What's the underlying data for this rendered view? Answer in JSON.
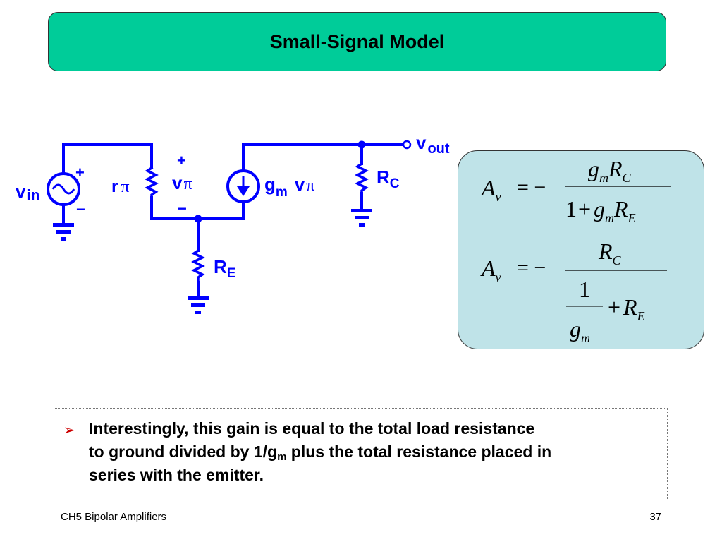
{
  "title": "Small-Signal Model",
  "circuit": {
    "vin": {
      "main": "v",
      "sub": "in"
    },
    "vout": {
      "main": "v",
      "sub": "out"
    },
    "r_pi": {
      "main": "r",
      "sym": "π"
    },
    "v_pi": {
      "main": "v",
      "sym": "π"
    },
    "gm_vpi": {
      "g": "g",
      "sub": "m",
      "v": "v",
      "sym": "π"
    },
    "rc": {
      "main": "R",
      "sub": "C"
    },
    "re": {
      "main": "R",
      "sub": "E"
    },
    "plus": "+",
    "minus": "−"
  },
  "equations": {
    "eq1": {
      "lhs": "A",
      "lhs_sub": "v",
      "equals": "= −",
      "num_g": "g",
      "num_g_sub": "m",
      "num_r": "R",
      "num_r_sub": "C",
      "den_one": "1",
      "den_plus": "+",
      "den_g": "g",
      "den_g_sub": "m",
      "den_r": "R",
      "den_r_sub": "E"
    },
    "eq2": {
      "lhs": "A",
      "lhs_sub": "v",
      "equals": "= −",
      "num_r": "R",
      "num_r_sub": "C",
      "inner_num": "1",
      "inner_den_g": "g",
      "inner_den_g_sub": "m",
      "den_plus": "+",
      "den_r": "R",
      "den_r_sub": "E"
    }
  },
  "bullet": {
    "line1": "Interestingly, this gain is equal to the total load resistance",
    "line2_pre": "to ground divided by 1/g",
    "line2_sub": "m",
    "line2_post": " plus the total resistance placed in",
    "line3": "series with the emitter."
  },
  "footer": {
    "left": "CH5 Bipolar Amplifiers",
    "page": "37"
  },
  "colors": {
    "title_bg": "#00cc99",
    "circuit": "#0000ff",
    "eq_box_bg": "#bfe3e8",
    "bullet_arrow": "#cc0000"
  }
}
